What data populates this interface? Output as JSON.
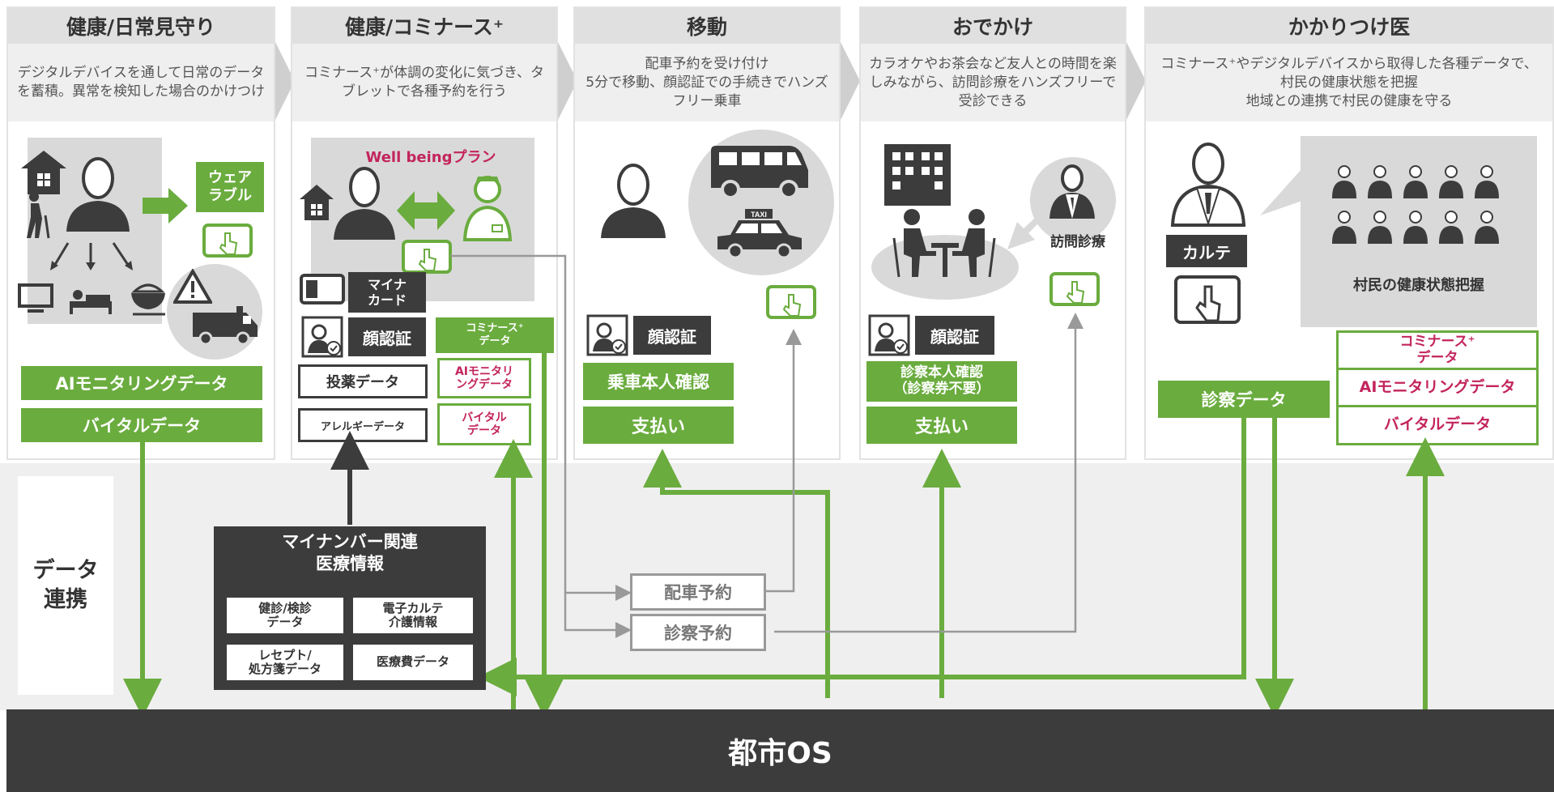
{
  "columns": [
    {
      "title": "健康/日常見守り",
      "desc": "デジタルデバイスを通して日常のデータを蓄積。異常を検知した場合のかけつけ"
    },
    {
      "title": "健康/コミナース⁺",
      "desc": "コミナース⁺が体調の変化に気づき、タブレットで各種予約を行う"
    },
    {
      "title": "移動",
      "desc": "配車予約を受け付け\n5分で移動、顔認証での手続きでハンズフリー乗車"
    },
    {
      "title": "おでかけ",
      "desc": "カラオケやお茶会など友人との時間を楽しみながら、訪問診療をハンズフリーで受診できる"
    },
    {
      "title": "かかりつけ医",
      "desc": "コミナース⁺やデジタルデバイスから取得した各種データで、村民の健康状態を把握\n地域との連携で村民の健康を守る"
    }
  ],
  "col1": {
    "wearable": "ウェア\nラブル",
    "ai_monitoring": "AIモニタリングデータ",
    "vital": "バイタルデータ"
  },
  "col2": {
    "plan": "Well beingプラン",
    "mynacard": "マイナ\nカード",
    "face_auth": "顔認証",
    "cominurse_data": "コミナース⁺\nデータ",
    "medication": "投薬データ",
    "ai_monitoring": "AIモニタリ\nングデータ",
    "allergy": "アレルギーデータ",
    "vital": "バイタル\nデータ"
  },
  "col3": {
    "face_auth": "顔認証",
    "rider_check": "乗車本人確認",
    "payment": "支払い",
    "taxi": "TAXI"
  },
  "col4": {
    "home_visit": "訪問診療",
    "face_auth": "顔認証",
    "patient_check": "診察本人確認\n（診察券不要）",
    "payment": "支払い"
  },
  "col5": {
    "chart": "カルテ",
    "villagers": "村民の健康状態把握",
    "exam_data": "診察データ",
    "cominurse_data": "コミナース⁺\nデータ",
    "ai_monitoring": "AIモニタリングデータ",
    "vital": "バイタルデータ"
  },
  "data_link": "データ\n連携",
  "mynumber": {
    "title": "マイナンバー関連\n医療情報",
    "items": [
      "健診/検診\nデータ",
      "電子カルテ\n介護情報",
      "レセプト/\n処方箋データ",
      "医療費データ"
    ]
  },
  "reservations": {
    "dispatch": "配車予約",
    "exam": "診察予約"
  },
  "city_os": "都市OS",
  "colors": {
    "green": "#6aac3e",
    "dark": "#3c3c3c",
    "pink": "#c3245c"
  }
}
